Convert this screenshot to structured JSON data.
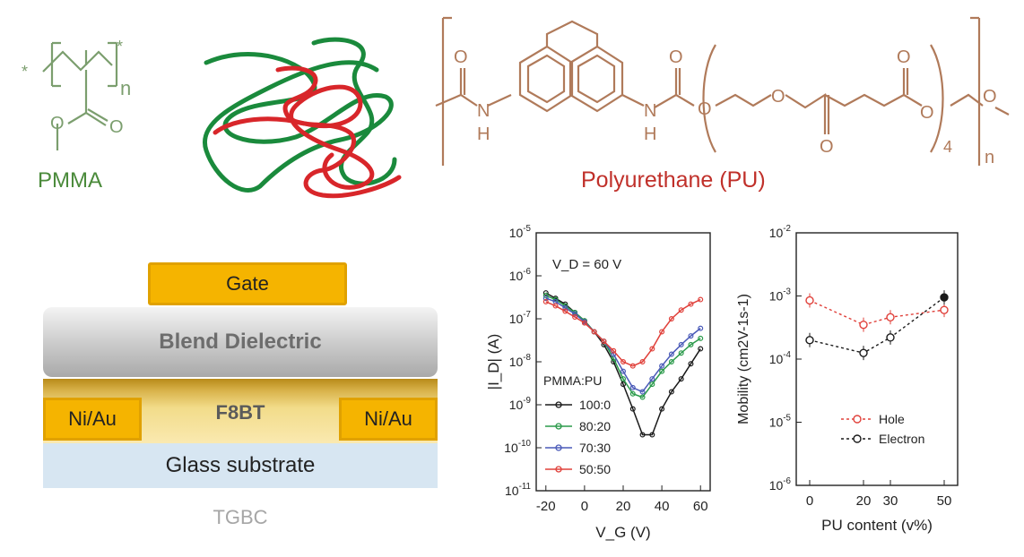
{
  "structures": {
    "pmma": {
      "name": "PMMA",
      "repeat": "n",
      "star": "*",
      "oxygen": "O",
      "color": "#5e8a52"
    },
    "pu": {
      "name": "Polyurethane (PU)",
      "repeat_outer": "n",
      "repeat_inner": "4",
      "oxygen": "O",
      "nitrogen": "N",
      "hydrogen": "H",
      "color": "#b07a5a",
      "label_color": "#c0302a"
    }
  },
  "blend_colors": {
    "green": "#1a8a3c",
    "red": "#d8262a"
  },
  "device": {
    "gate": "Gate",
    "dielectric": "Blend Dielectric",
    "semiconductor": "F8BT",
    "contact_left": "Ni/Au",
    "contact_right": "Ni/Au",
    "substrate": "Glass  substrate",
    "caption": "TGBC"
  },
  "chart_data": [
    {
      "type": "line",
      "annotation": "V_D = 60 V",
      "xlabel": "V_G (V)",
      "ylabel": "|I_D| (A)",
      "yscale": "log",
      "ylim": [
        1e-11,
        1e-05
      ],
      "xlim": [
        -25,
        65
      ],
      "x_ticks": [
        "-20",
        "0",
        "20",
        "40",
        "60"
      ],
      "y_ticks": [
        "10-11",
        "10-10",
        "10-9",
        "10-8",
        "10-7",
        "10-6",
        "10-5"
      ],
      "legend_title": "PMMA:PU",
      "legend_position": "lower-left",
      "series": [
        {
          "name": "100:0",
          "color": "#1a1a1a",
          "x": [
            -20,
            -15,
            -10,
            -5,
            0,
            5,
            10,
            15,
            20,
            25,
            30,
            35,
            40,
            45,
            50,
            55,
            60
          ],
          "y": [
            4e-07,
            3e-07,
            2.2e-07,
            1.4e-07,
            9e-08,
            5e-08,
            2.5e-08,
            1e-08,
            3e-09,
            8e-10,
            2e-10,
            2e-10,
            8e-10,
            2e-09,
            4e-09,
            9e-09,
            2e-08
          ]
        },
        {
          "name": "80:20",
          "color": "#2a9a4a",
          "x": [
            -20,
            -15,
            -10,
            -5,
            0,
            5,
            10,
            15,
            20,
            25,
            30,
            35,
            40,
            45,
            50,
            55,
            60
          ],
          "y": [
            3.5e-07,
            2.8e-07,
            2e-07,
            1.4e-07,
            9e-08,
            5e-08,
            3e-08,
            1.2e-08,
            4e-09,
            1.8e-09,
            1.5e-09,
            3e-09,
            6e-09,
            1e-08,
            1.6e-08,
            2.5e-08,
            3.5e-08
          ]
        },
        {
          "name": "70:30",
          "color": "#4a5ab8",
          "x": [
            -20,
            -15,
            -10,
            -5,
            0,
            5,
            10,
            15,
            20,
            25,
            30,
            35,
            40,
            45,
            50,
            55,
            60
          ],
          "y": [
            3e-07,
            2.5e-07,
            1.8e-07,
            1.3e-07,
            8.5e-08,
            5e-08,
            3e-08,
            1.5e-08,
            6e-09,
            2.5e-09,
            2e-09,
            4e-09,
            8e-09,
            1.5e-08,
            2.5e-08,
            4e-08,
            6e-08
          ]
        },
        {
          "name": "50:50",
          "color": "#e0403a",
          "x": [
            -20,
            -15,
            -10,
            -5,
            0,
            5,
            10,
            15,
            20,
            25,
            30,
            35,
            40,
            45,
            50,
            55,
            60
          ],
          "y": [
            2.5e-07,
            2e-07,
            1.5e-07,
            1.1e-07,
            8e-08,
            5e-08,
            3e-08,
            1.8e-08,
            1e-08,
            8e-09,
            1e-08,
            2e-08,
            5e-08,
            1e-07,
            1.6e-07,
            2.2e-07,
            2.8e-07
          ]
        }
      ]
    },
    {
      "type": "scatter",
      "xlabel": "PU content (v%)",
      "ylabel": "Mobility (cm2V-1s-1)",
      "yscale": "log",
      "ylim": [
        1e-06,
        0.01
      ],
      "xlim": [
        -5,
        55
      ],
      "x_ticks": [
        "0",
        "20",
        "30",
        "50"
      ],
      "y_ticks": [
        "10-6",
        "10-5",
        "10-4",
        "10-3",
        "10-2"
      ],
      "legend_position": "lower-center",
      "series": [
        {
          "name": "Hole",
          "color": "#e0403a",
          "dashed": true,
          "x": [
            0,
            20,
            30,
            50
          ],
          "y": [
            0.00085,
            0.00035,
            0.00046,
            0.0006
          ]
        },
        {
          "name": "Electron",
          "color": "#1a1a1a",
          "dashed": true,
          "x": [
            0,
            20,
            30,
            50
          ],
          "y": [
            0.0002,
            0.000125,
            0.00022,
            0.00095
          ]
        }
      ]
    }
  ]
}
